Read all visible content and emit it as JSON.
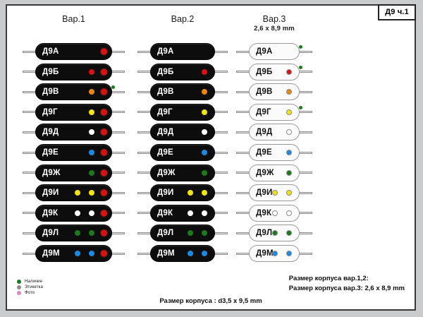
{
  "sheet": {
    "title_badge": "Д9 ч.1",
    "columns": [
      {
        "id": "var1",
        "label": "Вар.1",
        "sub": ""
      },
      {
        "id": "var2",
        "label": "Вар.2",
        "sub": ""
      },
      {
        "id": "var3",
        "label": "Вар.3",
        "sub": "2,6 x 8,9 mm"
      }
    ],
    "legend": [
      {
        "label": "Наличие",
        "color": "#1c7a1c"
      },
      {
        "label": "Этикетка",
        "color": "#8d8d8d"
      },
      {
        "label": "Фото",
        "color": "#d98cc4"
      }
    ],
    "caption_center": "Размер корпуса : d3,5 x 9,5 mm",
    "caption_right": [
      "Размер корпуса вар.1,2:",
      "Размер корпуса вар.3: 2,6 x 8,9 mm"
    ]
  },
  "colors": {
    "red": "#d81212",
    "orange": "#e8860d",
    "yellow": "#f2e313",
    "white": "#ffffff",
    "blue": "#1c8ae0",
    "green": "#1c7a1c",
    "body_dark": "#0d0d0d",
    "body_light": "#fbfbfb",
    "lead": "#e9e9e9",
    "page_bg": "#c9cbcd"
  },
  "rows": [
    {
      "name": "Д9А",
      "var1": {
        "dots": [],
        "endcap": true,
        "ext": false
      },
      "var2": {
        "dots": [],
        "endcap": false,
        "ext": false
      },
      "var3": {
        "dots": [],
        "endcap": false,
        "ext": true
      }
    },
    {
      "name": "Д9Б",
      "var1": {
        "dots": [
          "red"
        ],
        "endcap": true,
        "ext": false
      },
      "var2": {
        "dots": [
          "red"
        ],
        "endcap": false,
        "ext": false
      },
      "var3": {
        "dots": [
          "red"
        ],
        "endcap": false,
        "ext": true
      }
    },
    {
      "name": "Д9В",
      "var1": {
        "dots": [
          "orange"
        ],
        "endcap": true,
        "ext": true
      },
      "var2": {
        "dots": [
          "orange"
        ],
        "endcap": false,
        "ext": false
      },
      "var3": {
        "dots": [
          "orange"
        ],
        "endcap": false,
        "ext": false
      }
    },
    {
      "name": "Д9Г",
      "var1": {
        "dots": [
          "yellow"
        ],
        "endcap": true,
        "ext": false
      },
      "var2": {
        "dots": [
          "yellow"
        ],
        "endcap": false,
        "ext": false
      },
      "var3": {
        "dots": [
          "yellow"
        ],
        "endcap": false,
        "ext": true
      }
    },
    {
      "name": "Д9Д",
      "var1": {
        "dots": [
          "white"
        ],
        "endcap": true,
        "ext": false
      },
      "var2": {
        "dots": [
          "white"
        ],
        "endcap": false,
        "ext": false
      },
      "var3": {
        "dots": [
          "white"
        ],
        "endcap": false,
        "ext": false
      }
    },
    {
      "name": "Д9Е",
      "var1": {
        "dots": [
          "blue"
        ],
        "endcap": true,
        "ext": false
      },
      "var2": {
        "dots": [
          "blue"
        ],
        "endcap": false,
        "ext": false
      },
      "var3": {
        "dots": [
          "blue"
        ],
        "endcap": false,
        "ext": false
      }
    },
    {
      "name": "Д9Ж",
      "var1": {
        "dots": [
          "green"
        ],
        "endcap": true,
        "ext": false
      },
      "var2": {
        "dots": [
          "green"
        ],
        "endcap": false,
        "ext": false
      },
      "var3": {
        "dots": [
          "green"
        ],
        "endcap": false,
        "ext": false
      }
    },
    {
      "name": "Д9И",
      "var1": {
        "dots": [
          "yellow",
          "yellow"
        ],
        "endcap": true,
        "ext": false
      },
      "var2": {
        "dots": [
          "yellow",
          "yellow"
        ],
        "endcap": false,
        "ext": false
      },
      "var3": {
        "dots": [
          "yellow",
          "yellow"
        ],
        "endcap": false,
        "ext": false
      }
    },
    {
      "name": "Д9К",
      "var1": {
        "dots": [
          "white",
          "white"
        ],
        "endcap": true,
        "ext": false
      },
      "var2": {
        "dots": [
          "white",
          "white"
        ],
        "endcap": false,
        "ext": false
      },
      "var3": {
        "dots": [
          "white",
          "white"
        ],
        "endcap": false,
        "ext": false
      }
    },
    {
      "name": "Д9Л",
      "var1": {
        "dots": [
          "green",
          "green"
        ],
        "endcap": true,
        "ext": false
      },
      "var2": {
        "dots": [
          "green",
          "green"
        ],
        "endcap": false,
        "ext": false
      },
      "var3": {
        "dots": [
          "green",
          "green"
        ],
        "endcap": false,
        "ext": false
      }
    },
    {
      "name": "Д9М",
      "var1": {
        "dots": [
          "blue",
          "blue"
        ],
        "endcap": true,
        "ext": false
      },
      "var2": {
        "dots": [
          "blue",
          "blue"
        ],
        "endcap": false,
        "ext": false
      },
      "var3": {
        "dots": [
          "blue",
          "blue"
        ],
        "endcap": false,
        "ext": false
      }
    }
  ]
}
